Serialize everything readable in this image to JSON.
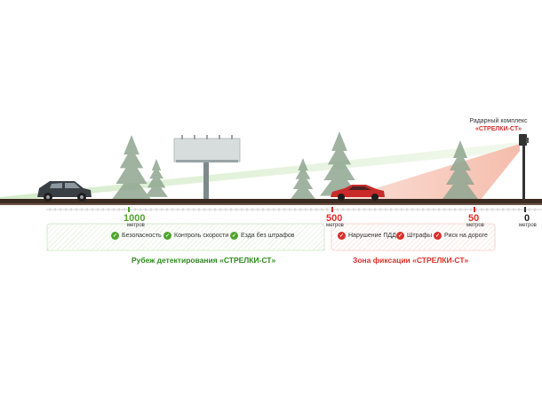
{
  "radar": {
    "title": "Радарный комплекс",
    "name": "«СТРЕЛКИ-СТ»"
  },
  "distances": [
    {
      "value": "1000",
      "unit": "метров"
    },
    {
      "value": "500",
      "unit": "метров"
    },
    {
      "value": "50",
      "unit": "метров"
    },
    {
      "value": "0",
      "unit": "метров"
    }
  ],
  "detection_zone": {
    "title": "Рубеж детектирования «СТРЕЛКИ-СТ»",
    "items": [
      "Безопасность",
      "Контроль скорости",
      "Езда без штрафов"
    ]
  },
  "fixation_zone": {
    "title": "Зона фиксации «СТРЕЛКИ-СТ»",
    "items": [
      "Нарушение ПДД",
      "Штрафы",
      "Риск на дороге"
    ]
  },
  "colors": {
    "detection": "#4fa52c",
    "fixation": "#d9312b",
    "road": "#3b2a1f",
    "tree": "#8fa690",
    "billboard": "#d7dcdd"
  },
  "icons": [
    "check-icon",
    "tree-icon",
    "billboard-icon",
    "suv-icon",
    "sports-car-icon",
    "radar-pole-icon"
  ]
}
